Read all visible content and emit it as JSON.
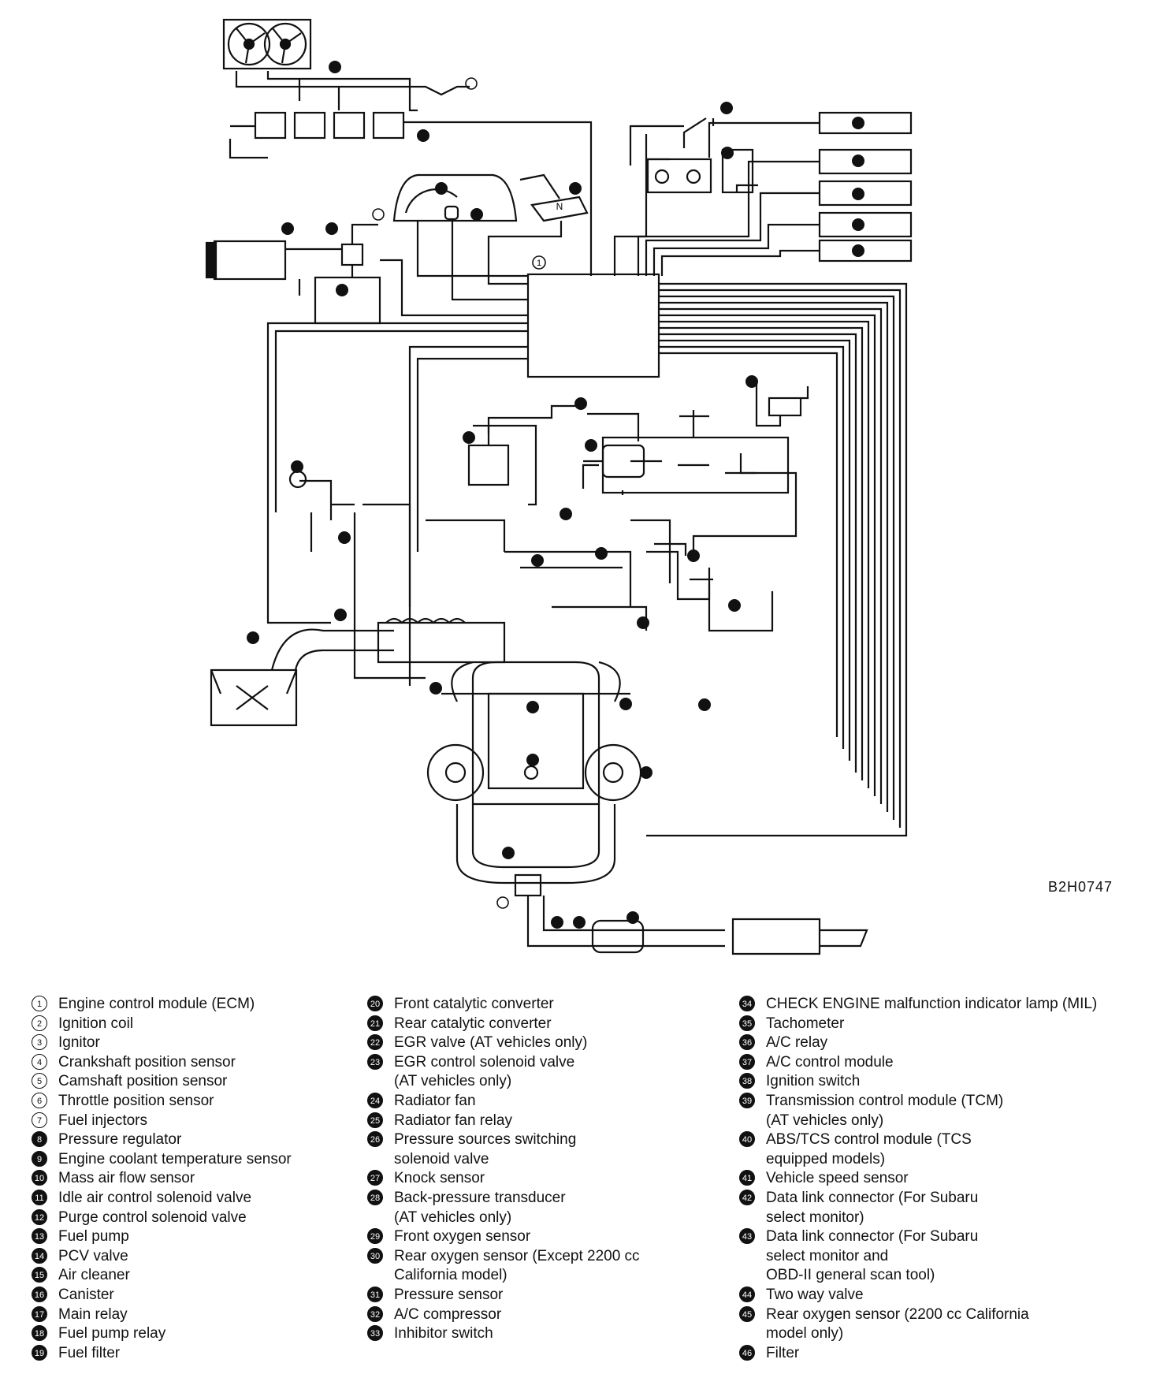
{
  "figure_code": "B2H0747",
  "diagram_labels": {
    "ecm_number": "1",
    "n_label": "N"
  },
  "legend": [
    {
      "n": "1",
      "lines": [
        "Engine control module (ECM)"
      ]
    },
    {
      "n": "2",
      "lines": [
        "Ignition coil"
      ]
    },
    {
      "n": "3",
      "lines": [
        "Ignitor"
      ]
    },
    {
      "n": "4",
      "lines": [
        "Crankshaft position sensor"
      ]
    },
    {
      "n": "5",
      "lines": [
        "Camshaft position sensor"
      ]
    },
    {
      "n": "6",
      "lines": [
        "Throttle position sensor"
      ]
    },
    {
      "n": "7",
      "lines": [
        "Fuel injectors"
      ]
    },
    {
      "n": "8",
      "lines": [
        "Pressure regulator"
      ]
    },
    {
      "n": "9",
      "lines": [
        "Engine coolant temperature sensor"
      ]
    },
    {
      "n": "10",
      "lines": [
        "Mass air flow sensor"
      ]
    },
    {
      "n": "11",
      "lines": [
        "Idle air control solenoid valve"
      ]
    },
    {
      "n": "12",
      "lines": [
        "Purge control solenoid valve"
      ]
    },
    {
      "n": "13",
      "lines": [
        "Fuel pump"
      ]
    },
    {
      "n": "14",
      "lines": [
        "PCV valve"
      ]
    },
    {
      "n": "15",
      "lines": [
        "Air cleaner"
      ]
    },
    {
      "n": "16",
      "lines": [
        "Canister"
      ]
    },
    {
      "n": "17",
      "lines": [
        "Main relay"
      ]
    },
    {
      "n": "18",
      "lines": [
        "Fuel pump relay"
      ]
    },
    {
      "n": "19",
      "lines": [
        "Fuel filter"
      ]
    },
    {
      "n": "20",
      "lines": [
        "Front catalytic converter"
      ]
    },
    {
      "n": "21",
      "lines": [
        "Rear catalytic converter"
      ]
    },
    {
      "n": "22",
      "lines": [
        "EGR valve (AT vehicles only)"
      ]
    },
    {
      "n": "23",
      "lines": [
        "EGR control solenoid valve",
        "(AT vehicles only)"
      ]
    },
    {
      "n": "24",
      "lines": [
        "Radiator fan"
      ]
    },
    {
      "n": "25",
      "lines": [
        "Radiator fan relay"
      ]
    },
    {
      "n": "26",
      "lines": [
        "Pressure sources switching",
        "solenoid valve"
      ]
    },
    {
      "n": "27",
      "lines": [
        "Knock sensor"
      ]
    },
    {
      "n": "28",
      "lines": [
        "Back-pressure transducer",
        "(AT vehicles only)"
      ]
    },
    {
      "n": "29",
      "lines": [
        "Front oxygen sensor"
      ]
    },
    {
      "n": "30",
      "lines": [
        "Rear oxygen sensor (Except 2200 cc",
        "California model)"
      ]
    },
    {
      "n": "31",
      "lines": [
        "Pressure sensor"
      ]
    },
    {
      "n": "32",
      "lines": [
        "A/C compressor"
      ]
    },
    {
      "n": "33",
      "lines": [
        "Inhibitor switch"
      ]
    },
    {
      "n": "34",
      "lines": [
        "CHECK ENGINE malfunction indicator lamp (MIL)"
      ]
    },
    {
      "n": "35",
      "lines": [
        "Tachometer"
      ]
    },
    {
      "n": "36",
      "lines": [
        "A/C relay"
      ]
    },
    {
      "n": "37",
      "lines": [
        "A/C control module"
      ]
    },
    {
      "n": "38",
      "lines": [
        "Ignition switch"
      ]
    },
    {
      "n": "39",
      "lines": [
        "Transmission control module (TCM)",
        "(AT vehicles only)"
      ]
    },
    {
      "n": "40",
      "lines": [
        "ABS/TCS control module (TCS",
        "equipped models)"
      ]
    },
    {
      "n": "41",
      "lines": [
        "Vehicle speed sensor"
      ]
    },
    {
      "n": "42",
      "lines": [
        "Data link connector (For Subaru",
        "select monitor)"
      ]
    },
    {
      "n": "43",
      "lines": [
        "Data link connector (For Subaru",
        "select monitor and",
        "OBD-II general scan tool)"
      ]
    },
    {
      "n": "44",
      "lines": [
        "Two way valve"
      ]
    },
    {
      "n": "45",
      "lines": [
        "Rear oxygen sensor (2200 cc California",
        "model only)"
      ]
    },
    {
      "n": "46",
      "lines": [
        "Filter"
      ]
    }
  ]
}
